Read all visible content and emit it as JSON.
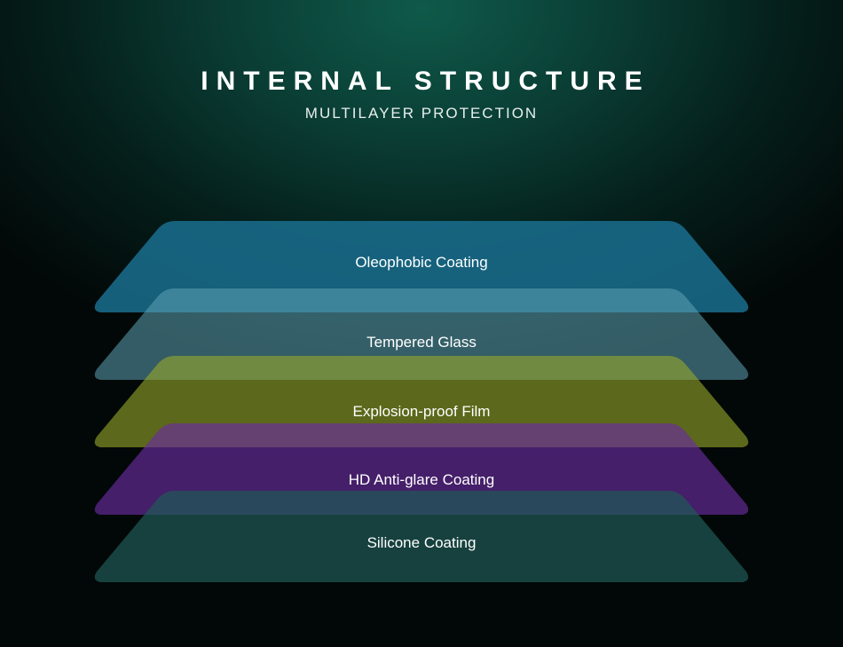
{
  "header": {
    "title": "INTERNAL STRUCTURE",
    "subtitle": "MULTILAYER PROTECTION"
  },
  "layers": [
    {
      "label": "Oleophobic Coating",
      "color": "#1a6f8f",
      "opacity": 0.85
    },
    {
      "label": "Tempered Glass",
      "color": "#5fa3b5",
      "opacity": 0.55
    },
    {
      "label": "Explosion-proof Film",
      "color": "#9aa82a",
      "opacity": 0.6
    },
    {
      "label": "HD Anti-glare Coating",
      "color": "#6a2da0",
      "opacity": 0.65
    },
    {
      "label": "Silicone Coating",
      "color": "#1f5a55",
      "opacity": 0.7
    }
  ]
}
